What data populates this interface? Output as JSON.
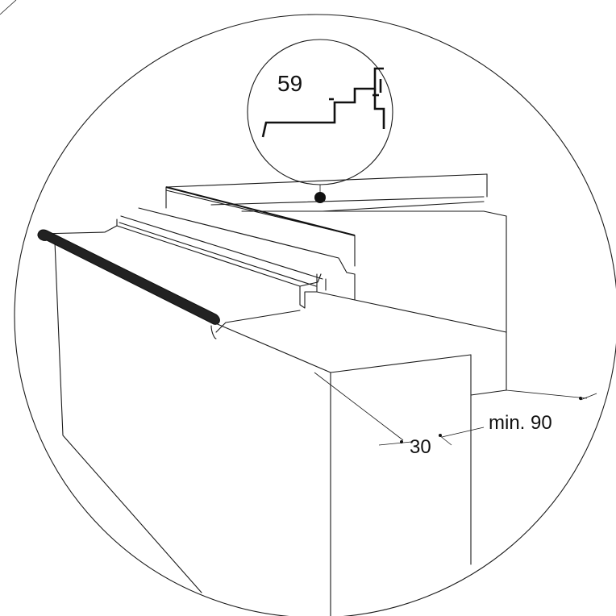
{
  "detail": {
    "profile_number": "59"
  },
  "dimensions": {
    "overhang": "30",
    "min_depth": "min. 90"
  },
  "colors": {
    "ink": "#1a1a1a",
    "background": "#ffffff",
    "nosing": "#222222"
  }
}
